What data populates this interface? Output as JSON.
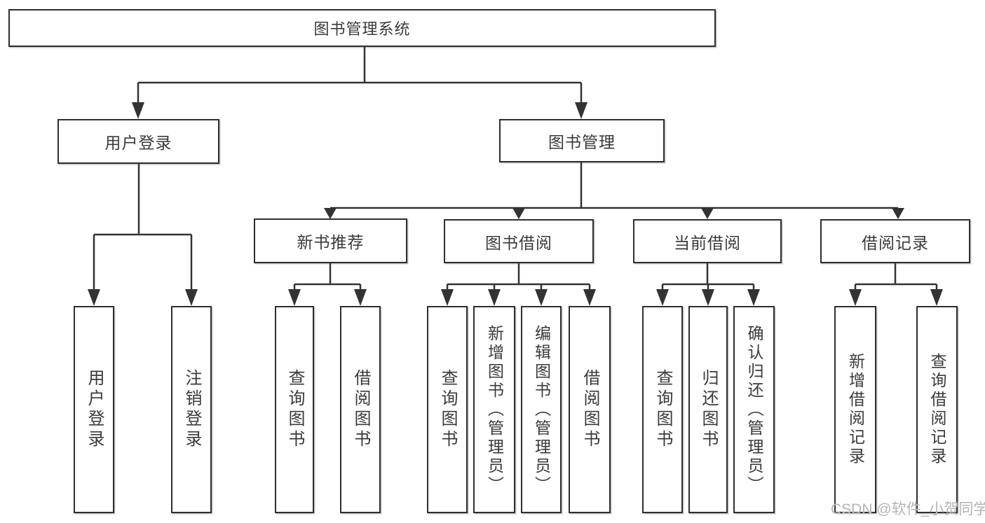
{
  "watermark": "CSDN @软件_小贺同学",
  "colors": {
    "line": "#333333",
    "box_border": "#2e2e2e",
    "text": "#3a3a3a",
    "watermark": "#b4b4b4",
    "background": "#ffffff"
  },
  "tree": {
    "label": "图书管理系统",
    "children": [
      {
        "label": "用户登录",
        "children": [
          {
            "label": "用户登录"
          },
          {
            "label": "注销登录"
          }
        ]
      },
      {
        "label": "图书管理",
        "children": [
          {
            "label": "新书推荐",
            "children": [
              {
                "label": "查询图书"
              },
              {
                "label": "借阅图书"
              }
            ]
          },
          {
            "label": "图书借阅",
            "children": [
              {
                "label": "查询图书"
              },
              {
                "label": "新增图书（管理员）"
              },
              {
                "label": "编辑图书（管理员）"
              },
              {
                "label": "借阅图书"
              }
            ]
          },
          {
            "label": "当前借阅",
            "children": [
              {
                "label": "查询图书"
              },
              {
                "label": "归还图书"
              },
              {
                "label": "确认归还（管理员）"
              }
            ]
          },
          {
            "label": "借阅记录",
            "children": [
              {
                "label": "新增借阅记录"
              },
              {
                "label": "查询借阅记录"
              }
            ]
          }
        ]
      }
    ]
  }
}
